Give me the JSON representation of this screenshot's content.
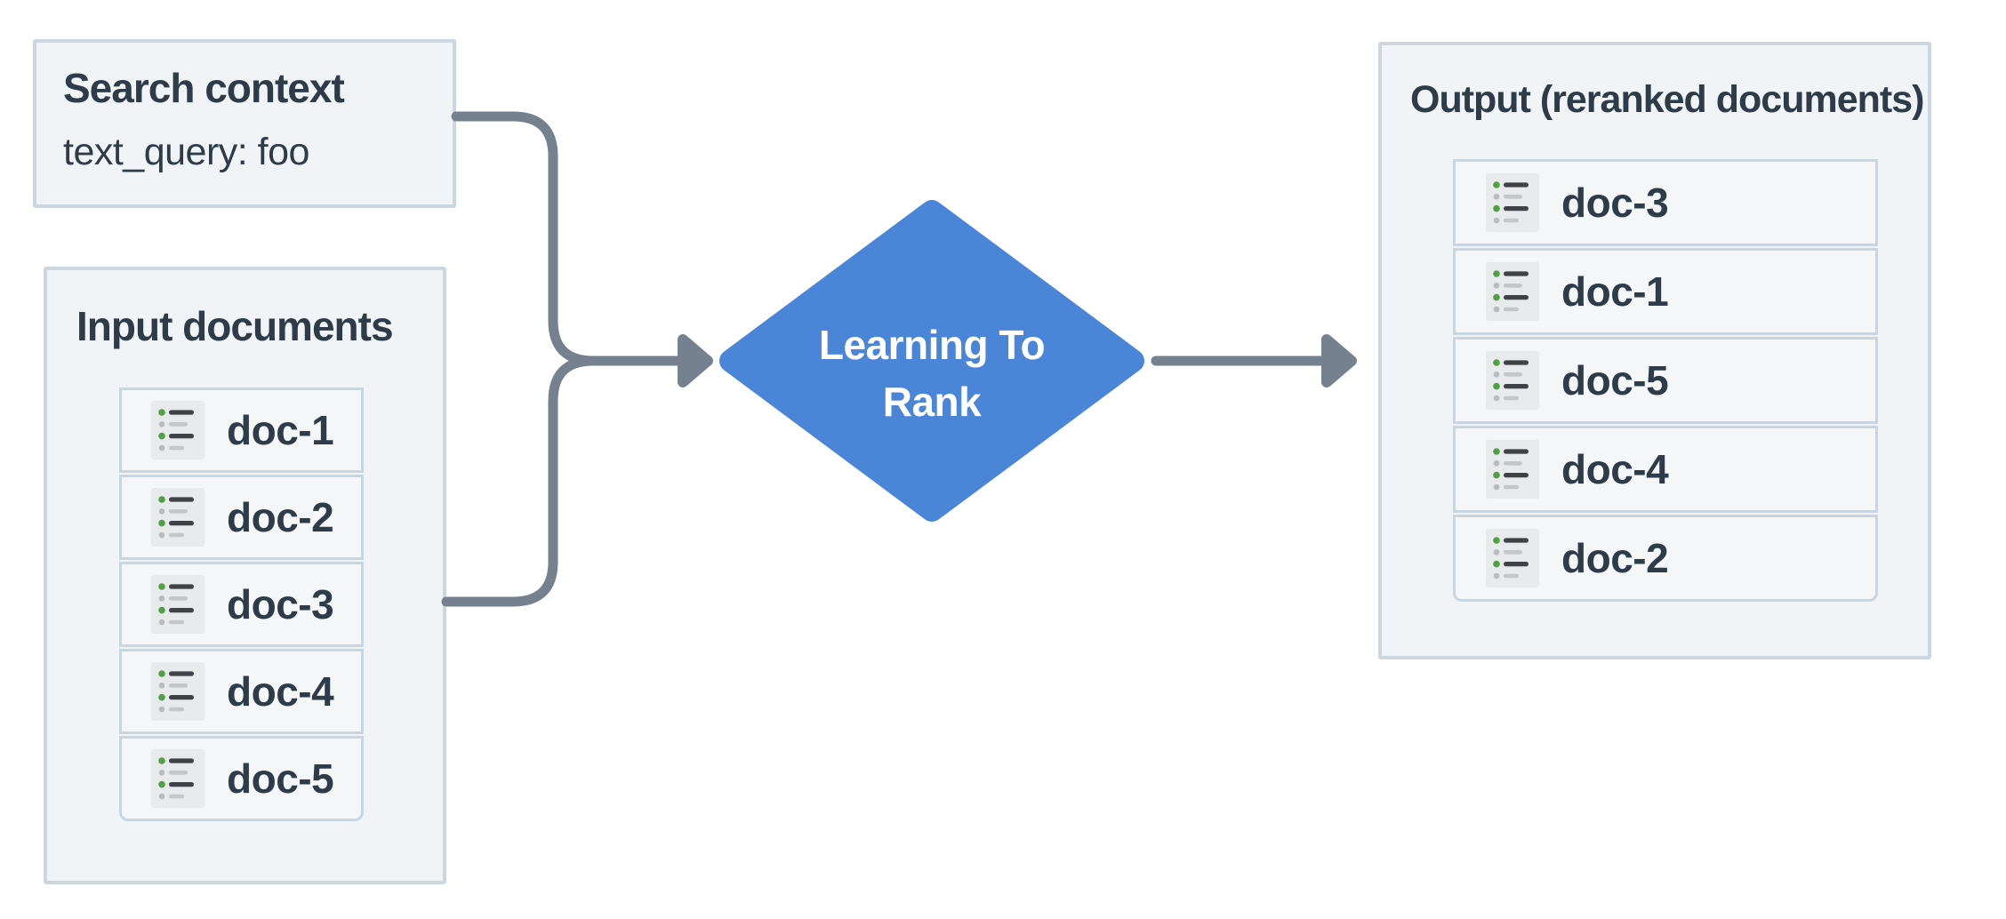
{
  "diagram": {
    "search_context": {
      "title": "Search context",
      "query": "text_query: foo"
    },
    "input_documents": {
      "title": "Input documents",
      "docs": [
        "doc-1",
        "doc-2",
        "doc-3",
        "doc-4",
        "doc-5"
      ]
    },
    "ltr": {
      "label": "Learning To Rank",
      "line1": "Learning To",
      "line2": "Rank"
    },
    "output": {
      "title": "Output (reranked documents)",
      "docs": [
        "doc-3",
        "doc-1",
        "doc-5",
        "doc-4",
        "doc-2"
      ]
    },
    "icons": {
      "doc": "list-icon"
    }
  },
  "colors": {
    "box_bg": "#f1f4f6",
    "box_border": "#ccd6de",
    "row_bg": "#f4f6f8",
    "row_border": "#c9d5df",
    "text_dark": "#2e3b49",
    "connector": "#75818f",
    "diamond_fill": "#4a85d8",
    "diamond_text": "#ffffff",
    "icon_bg": "#e9eaeb",
    "icon_line_dark": "#3f4347",
    "icon_line_light": "#c3c7ca",
    "icon_dot_green": "#50a146",
    "icon_dot_gray": "#b7bcc0"
  }
}
